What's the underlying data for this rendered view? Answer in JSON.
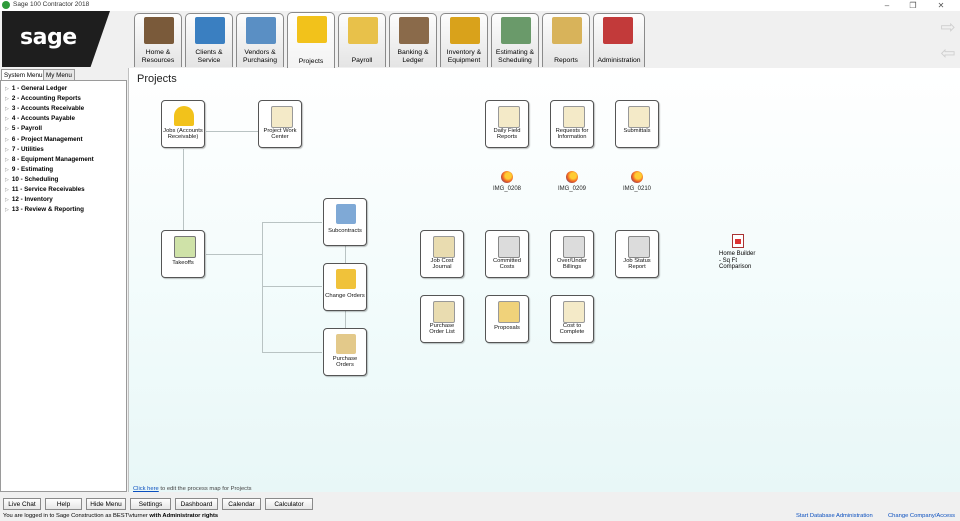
{
  "window": {
    "title": "Sage 100 Contractor 2018",
    "controls": [
      "–",
      "❐",
      "✕"
    ]
  },
  "logo_text": "sage",
  "toolbar": {
    "tabs": [
      {
        "label": "Home &\nResources",
        "icon": "house-icon",
        "color": "#7a5a3a"
      },
      {
        "label": "Clients &\nService",
        "icon": "clients-icon",
        "color": "#3a7fc1"
      },
      {
        "label": "Vendors &\nPurchasing",
        "icon": "vendors-icon",
        "color": "#5a8fc4"
      },
      {
        "label": "Projects",
        "icon": "hardhat-icon",
        "color": "#f2c21b",
        "active": true
      },
      {
        "label": "Payroll",
        "icon": "payroll-icon",
        "color": "#e8c14a"
      },
      {
        "label": "Banking &\nLedger",
        "icon": "bank-icon",
        "color": "#8a6a4a"
      },
      {
        "label": "Inventory &\nEquipment",
        "icon": "equipment-icon",
        "color": "#d9a21b"
      },
      {
        "label": "Estimating &\nScheduling",
        "icon": "estimating-icon",
        "color": "#6a9a6a"
      },
      {
        "label": "Reports",
        "icon": "reports-icon",
        "color": "#d8b35a"
      },
      {
        "label": "Administration",
        "icon": "admin-icon",
        "color": "#c23a3a"
      }
    ],
    "nav_forward": "⇨",
    "nav_back": "⇦"
  },
  "sidebar": {
    "tabs": [
      "System Menu",
      "My Menu"
    ],
    "items": [
      "1 - General Ledger",
      "2 - Accounting Reports",
      "3 - Accounts Receivable",
      "4 - Accounts Payable",
      "5 - Payroll",
      "6 - Project Management",
      "7 - Utilities",
      "8 - Equipment Management",
      "9 - Estimating",
      "10 - Scheduling",
      "11 - Service Receivables",
      "12 - Inventory",
      "13 - Review & Reporting"
    ]
  },
  "main": {
    "title": "Projects",
    "nodes": {
      "jobs": "Jobs (Accounts\nReceivable)",
      "project_work_center": "Project Work\nCenter",
      "takeoffs": "Takeoffs",
      "subcontracts": "Subcontracts",
      "change_orders": "Change Orders",
      "purchase_orders": "Purchase\nOrders",
      "daily_field_reports": "Daily Field\nReports",
      "rfi": "Requests for\nInformation",
      "submittals": "Submittals",
      "job_cost_journal": "Job Cost\nJournal",
      "committed_costs": "Committed\nCosts",
      "over_under_billings": "Over/Under\nBillings",
      "job_status_report": "Job Status\nReport",
      "purchase_order_list": "Purchase\nOrder List",
      "proposals": "Proposals",
      "cost_to_complete": "Cost to\nComplete"
    },
    "file_links": [
      "IMG_0208",
      "IMG_0209",
      "IMG_0210"
    ],
    "pdf_link": "Home Builder\n- Sq Ft\nComparison",
    "edit_note_link": "Click here",
    "edit_note_text": " to edit the process map for Projects"
  },
  "bottom_buttons": [
    "Live Chat",
    "Help",
    "Hide Menu",
    "Settings",
    "Dashboard",
    "Calendar",
    "Calculator"
  ],
  "status": {
    "prefix": "You are logged in to Sage Construction as BEST\\vturner",
    "rights": " with Administrator rights",
    "links": [
      "Start Database Administration",
      "Change Company/Access"
    ]
  }
}
